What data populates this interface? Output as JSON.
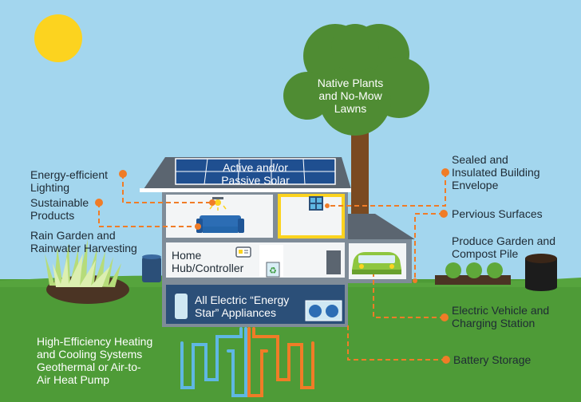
{
  "labels": {
    "native_plants_1": "Native Plants",
    "native_plants_2": "and No-Mow",
    "native_plants_3": "Lawns",
    "active_solar_1": "Active and/or",
    "active_solar_2": "Passive Solar",
    "sealed_1": "Sealed and",
    "sealed_2": "Insulated Building",
    "sealed_3": "Envelope",
    "pervious": "Pervious Surfaces",
    "produce_1": "Produce Garden and",
    "produce_2": "Compost Pile",
    "ev_1": "Electric Vehicle and",
    "ev_2": "Charging Station",
    "battery": "Battery Storage",
    "lighting_1": "Energy-efficient",
    "lighting_2": "Lighting",
    "products_1": "Sustainable",
    "products_2": "Products",
    "rain_1": "Rain Garden and",
    "rain_2": "Rainwater Harvesting",
    "hub_1": "Home",
    "hub_2": "Hub/Controller",
    "appliances_1": "All Electric “Energy",
    "appliances_2": "Star” Appliances",
    "hvac_1": "High-Efficiency Heating",
    "hvac_2": "and Cooling Systems",
    "hvac_3": "Geothermal or Air-to-",
    "hvac_4": "Air Heat Pump"
  },
  "colors": {
    "sky": "#9fd4ec",
    "grass": "#4d9a36",
    "sun": "#fcd31f",
    "orange": "#f07c27",
    "house_wall": "#7f8c98",
    "roof": "#5b6570",
    "room": "#ffffff",
    "basement": "#2b4f78",
    "tree": "#4e8a32",
    "trunk": "#7a4a21"
  }
}
